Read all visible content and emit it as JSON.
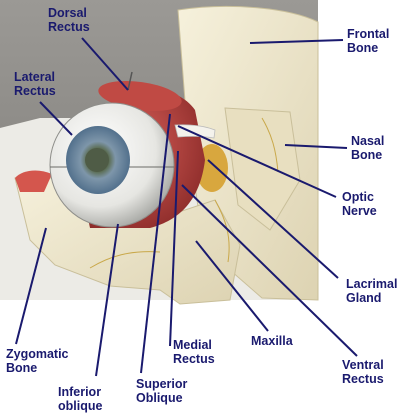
{
  "labels": {
    "dorsal_rectus": [
      "Dorsal",
      "Rectus"
    ],
    "frontal_bone": [
      "Frontal",
      "Bone"
    ],
    "lateral_rectus": [
      "Lateral",
      "Rectus"
    ],
    "nasal_bone": [
      "Nasal",
      "Bone"
    ],
    "optic_nerve": [
      "Optic",
      "Nerve"
    ],
    "lacrimal_gland": [
      "Lacrimal",
      "Gland"
    ],
    "zygomatic_bone": [
      "Zygomatic",
      "Bone"
    ],
    "maxilla": [
      "Maxilla"
    ],
    "medial_rectus": [
      "Medial",
      "Rectus"
    ],
    "ventral_rectus": [
      "Ventral",
      "Rectus"
    ],
    "inferior_oblique": [
      "Inferior",
      "oblique"
    ],
    "superior_oblique": [
      "Superior",
      "Oblique"
    ]
  },
  "colors": {
    "label_text": "#1a1a6e",
    "leader_line": "#1a1a6e",
    "photo_background": "#8e8c88",
    "bone": "#efe8cf",
    "muscle": "#b0403c",
    "iris": "#6f8aa0",
    "sclera": "#f2f2ee"
  }
}
